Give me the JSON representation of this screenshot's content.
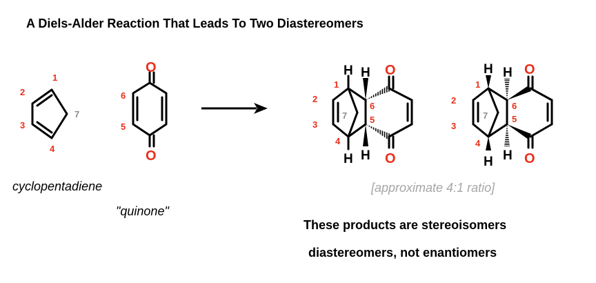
{
  "title": "A Diels-Alder Reaction That Leads To Two Diastereomers",
  "colors": {
    "number": "#e8301c",
    "oxygen": "#e8301c",
    "bridge_number": "#8c8c8c",
    "ratio_text": "#a6a6a6",
    "bond": "#000000"
  },
  "cyclopentadiene": {
    "name": "cyclopentadiene",
    "numbers": [
      "1",
      "2",
      "3",
      "4",
      "7"
    ]
  },
  "quinone": {
    "name": "\"quinone\"",
    "numbers": [
      "6",
      "5"
    ],
    "oxygen": "O"
  },
  "product_left": {
    "numbers": [
      "1",
      "2",
      "3",
      "4",
      "5",
      "6",
      "7"
    ],
    "hydrogen": "H",
    "oxygen": "O"
  },
  "product_right": {
    "numbers": [
      "1",
      "2",
      "3",
      "4",
      "5",
      "6",
      "7"
    ],
    "hydrogen": "H",
    "oxygen": "O"
  },
  "ratio": "[approximate 4:1 ratio]",
  "statement_1": "These products are stereoisomers",
  "statement_2": "diastereomers, not enantiomers"
}
